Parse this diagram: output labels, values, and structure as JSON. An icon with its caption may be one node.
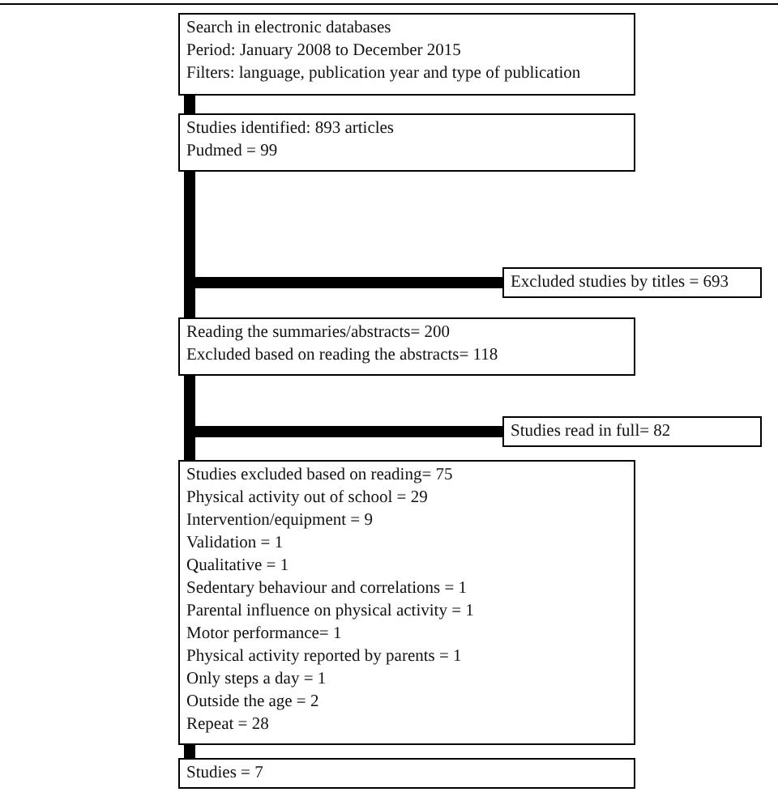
{
  "diagram": {
    "nodes": [
      {
        "text": [
          "Search in electronic databases",
          "Period: January 2008 to December 2015",
          "Filters: language, publication year and type of publication"
        ]
      },
      {
        "text": [
          "Studies identified: 893 articles",
          "Pudmed = 99"
        ]
      },
      {
        "text": [
          "Excluded studies by titles = 693"
        ]
      },
      {
        "text": [
          "Reading the summaries/abstracts= 200",
          "Excluded based on reading the abstracts= 118"
        ]
      },
      {
        "text": [
          "Studies read in full= 82"
        ]
      },
      {
        "text": [
          "Studies excluded based on reading= 75",
          "Physical activity out of school = 29",
          "Intervention/equipment = 9",
          "Validation = 1",
          "Qualitative = 1",
          "Sedentary behaviour and correlations = 1",
          "Parental influence on physical activity = 1",
          "Motor performance= 1",
          "Physical activity reported by parents = 1",
          "Only steps a day = 1",
          "Outside the age = 2",
          "Repeat = 28"
        ]
      },
      {
        "text": [
          "Studies = 7"
        ]
      }
    ],
    "edges": [
      {
        "from": 0,
        "to": 1,
        "arrow": "none"
      },
      {
        "from": 1,
        "to": 3,
        "arrow": "none"
      },
      {
        "from": 1,
        "to": 2,
        "arrow": "none"
      },
      {
        "from": 3,
        "to": 5,
        "arrow": "none"
      },
      {
        "from": 3,
        "to": 4,
        "arrow": "none"
      },
      {
        "from": 5,
        "to": 6,
        "arrow": "none"
      }
    ]
  }
}
